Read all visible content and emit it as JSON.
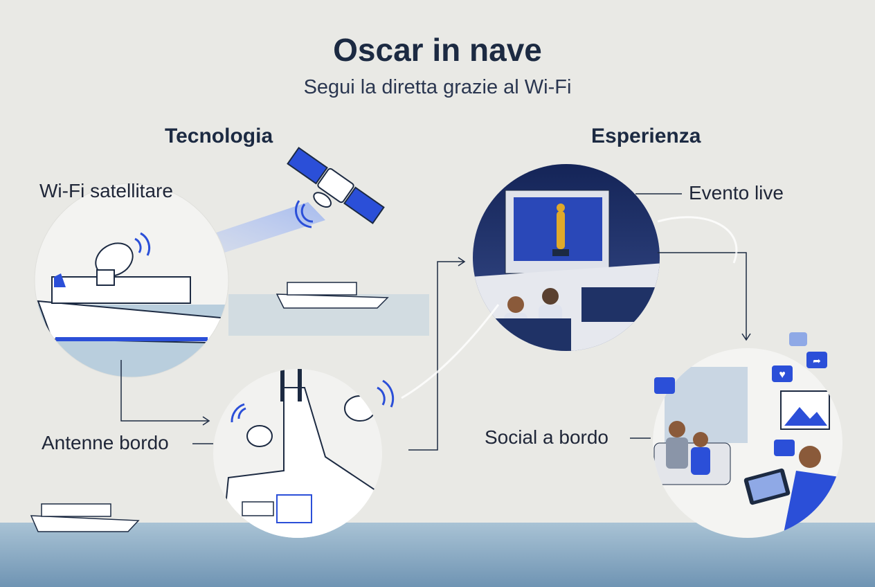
{
  "header": {
    "title": "Oscar in nave",
    "subtitle": "Segui la diretta grazie al Wi-Fi"
  },
  "sections": {
    "technology": "Tecnologia",
    "experience": "Esperienza"
  },
  "labels": {
    "satellite_wifi": "Wi-Fi satellitare",
    "onboard_antennas": "Antenne bordo",
    "live_event": "Evento live",
    "onboard_social": "Social a bordo"
  },
  "colors": {
    "accent": "#2b4fd8",
    "navy": "#1c2a42",
    "sea": "#8fb0c8",
    "background": "#e9e9e5"
  },
  "icons": [
    "satellite-icon",
    "wifi-signal-icon",
    "cruise-ship-icon",
    "satellite-dish-icon",
    "oscar-statuette-icon",
    "like-icon",
    "heart-icon",
    "share-icon",
    "tablet-icon",
    "image-icon"
  ]
}
